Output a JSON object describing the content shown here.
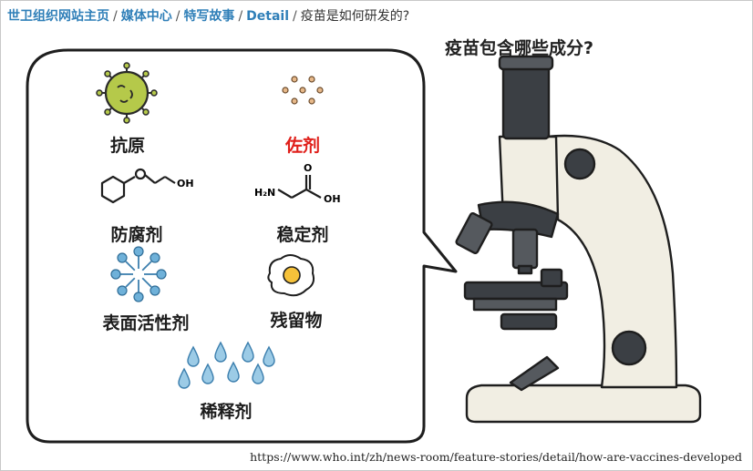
{
  "breadcrumb": {
    "items": [
      "世卫组织网站主页",
      "媒体中心",
      "特写故事",
      "Detail"
    ],
    "separator": "/",
    "current": "疫苗是如何研发的?"
  },
  "question": "疫苗包含哪些成分?",
  "ingredients": [
    {
      "label": "抗原",
      "icon": "antigen-icon",
      "color": "#1c1c1c"
    },
    {
      "label": "佐剂",
      "icon": "adjuvant-dots-icon",
      "color": "#e0201b"
    },
    {
      "label": "防腐剂",
      "icon": "preservative-molecule-icon",
      "color": "#1c1c1c"
    },
    {
      "label": "稳定剂",
      "icon": "stabilizer-molecule-icon",
      "color": "#1c1c1c"
    },
    {
      "label": "表面活性剂",
      "icon": "surfactant-micelle-icon",
      "color": "#1c1c1c"
    },
    {
      "label": "残留物",
      "icon": "egg-icon",
      "color": "#1c1c1c"
    },
    {
      "label": "稀释剂",
      "icon": "water-drops-icon",
      "color": "#1c1c1c"
    }
  ],
  "chem_labels": {
    "preservative_oh": "OH",
    "stabilizer_h2n": "H₂N",
    "stabilizer_oh": "OH",
    "stabilizer_o": "O"
  },
  "source_url": "https://www.who.int/zh/news-room/feature-stories/detail/how-are-vaccines-developed",
  "colors": {
    "link": "#2f7fb8",
    "adjuvant_red": "#e0201b",
    "antigen_green": "#b5c94a",
    "surfactant_blue": "#6fb1d9",
    "drop_blue": "#9ccbe6",
    "microscope_body": "#f1eee3",
    "microscope_dark": "#3b3f44"
  }
}
